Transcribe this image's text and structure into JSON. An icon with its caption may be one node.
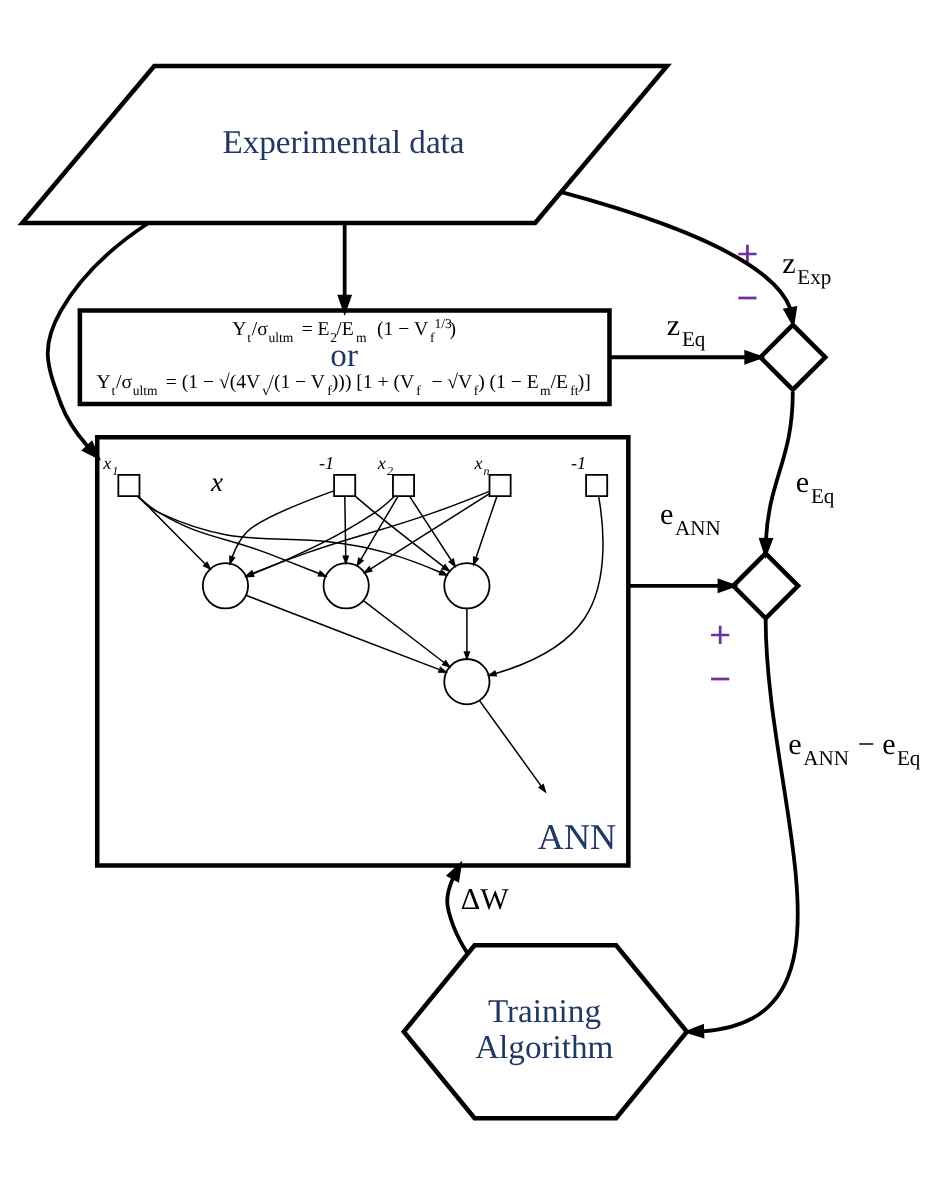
{
  "diagram": {
    "nodes": [
      {
        "text": [
          "Experimental data"
        ]
      },
      {
        "text": [
          "Y$_{t}$/σ$_{ultm}$ = E$_{2}$/E$_{m}$ (1 − V$_{f}$$^{1/3}$)",
          "or",
          "Y$_{t}$/σ$_{ultm}$ = (1 − √(4V$_{v}$/(1 − V$_{f}$))) [1 + (V$_{f}$ − √V$_{f}$) (1 − E$_{m}$/E$_{ft}$)]"
        ]
      },
      {
        "text": [],
        "shape": "diamond",
        "beside": [
          "+",
          "−"
        ]
      },
      {
        "text": [
          "ANN"
        ]
      },
      {
        "text": [],
        "shape": "box",
        "beside": [
          "-1"
        ],
        "in": 3
      },
      {
        "text": [],
        "shape": "box",
        "beside": [
          "x$_{1}$"
        ],
        "in": 3
      },
      {
        "text": [],
        "shape": "box",
        "beside": [
          "x$_{2}$"
        ],
        "in": 3
      },
      {
        "text": [],
        "shape": "box",
        "beside": [
          "x$_{n}$"
        ],
        "in": 3
      },
      {
        "text": [],
        "shape": "circle",
        "in": 3
      },
      {
        "text": [],
        "shape": "circle",
        "in": 3
      },
      {
        "text": [],
        "shape": "circle",
        "in": 3
      },
      {
        "text": [],
        "shape": "box",
        "beside": [
          "-1"
        ],
        "in": 3
      },
      {
        "text": [],
        "shape": "circle",
        "in": 3
      },
      {
        "text": [],
        "shape": "diamond",
        "beside": [
          "+",
          "−"
        ]
      },
      {
        "text": [
          "Training Algorithm"
        ]
      }
    ],
    "edges": [
      {
        "from": 0,
        "to": 2,
        "arrow": "to",
        "label": "z$_{Exp}$"
      },
      {
        "from": 1,
        "to": 2,
        "arrow": "to",
        "label": "z$_{Eq}$"
      },
      {
        "from": 2,
        "to": 13,
        "arrow": "to",
        "label": "e$_{Eq}$"
      },
      {
        "from": 3,
        "to": 13,
        "arrow": "to",
        "label": "e$_{ANN}$"
      },
      {
        "from": 13,
        "to": 14,
        "arrow": "to",
        "label": "e$_{ANN}$ − e$_{Eq}$"
      },
      {
        "from": 14,
        "to": 3,
        "arrow": "to",
        "label": "ΔW"
      },
      {
        "from": 0,
        "to": 1,
        "arrow": "to"
      },
      {
        "from": 0,
        "to": 3,
        "arrow": "to"
      },
      {
        "from": 4,
        "to": 8,
        "arrow": "to"
      },
      {
        "from": 4,
        "to": 9,
        "arrow": "to"
      },
      {
        "from": 4,
        "to": 10,
        "arrow": "to"
      },
      {
        "from": 5,
        "to": 8,
        "arrow": "to"
      },
      {
        "from": 5,
        "to": 9,
        "arrow": "to"
      },
      {
        "from": 5,
        "to": 10,
        "arrow": "to"
      },
      {
        "from": 6,
        "to": 8,
        "arrow": "to"
      },
      {
        "from": 6,
        "to": 9,
        "arrow": "to"
      },
      {
        "from": 6,
        "to": 10,
        "arrow": "to"
      },
      {
        "from": 7,
        "to": 8,
        "arrow": "to"
      },
      {
        "from": 7,
        "to": 9,
        "arrow": "to"
      },
      {
        "from": 7,
        "to": 10,
        "arrow": "to"
      },
      {
        "from": 8,
        "to": 12,
        "arrow": "to"
      },
      {
        "from": 9,
        "to": 12,
        "arrow": "to"
      },
      {
        "from": 10,
        "to": 12,
        "arrow": "to"
      },
      {
        "from": 11,
        "to": 12,
        "arrow": "to"
      },
      {
        "from": 12,
        "to": null,
        "arrow": "to"
      }
    ],
    "labels": [
      "x"
    ]
  }
}
